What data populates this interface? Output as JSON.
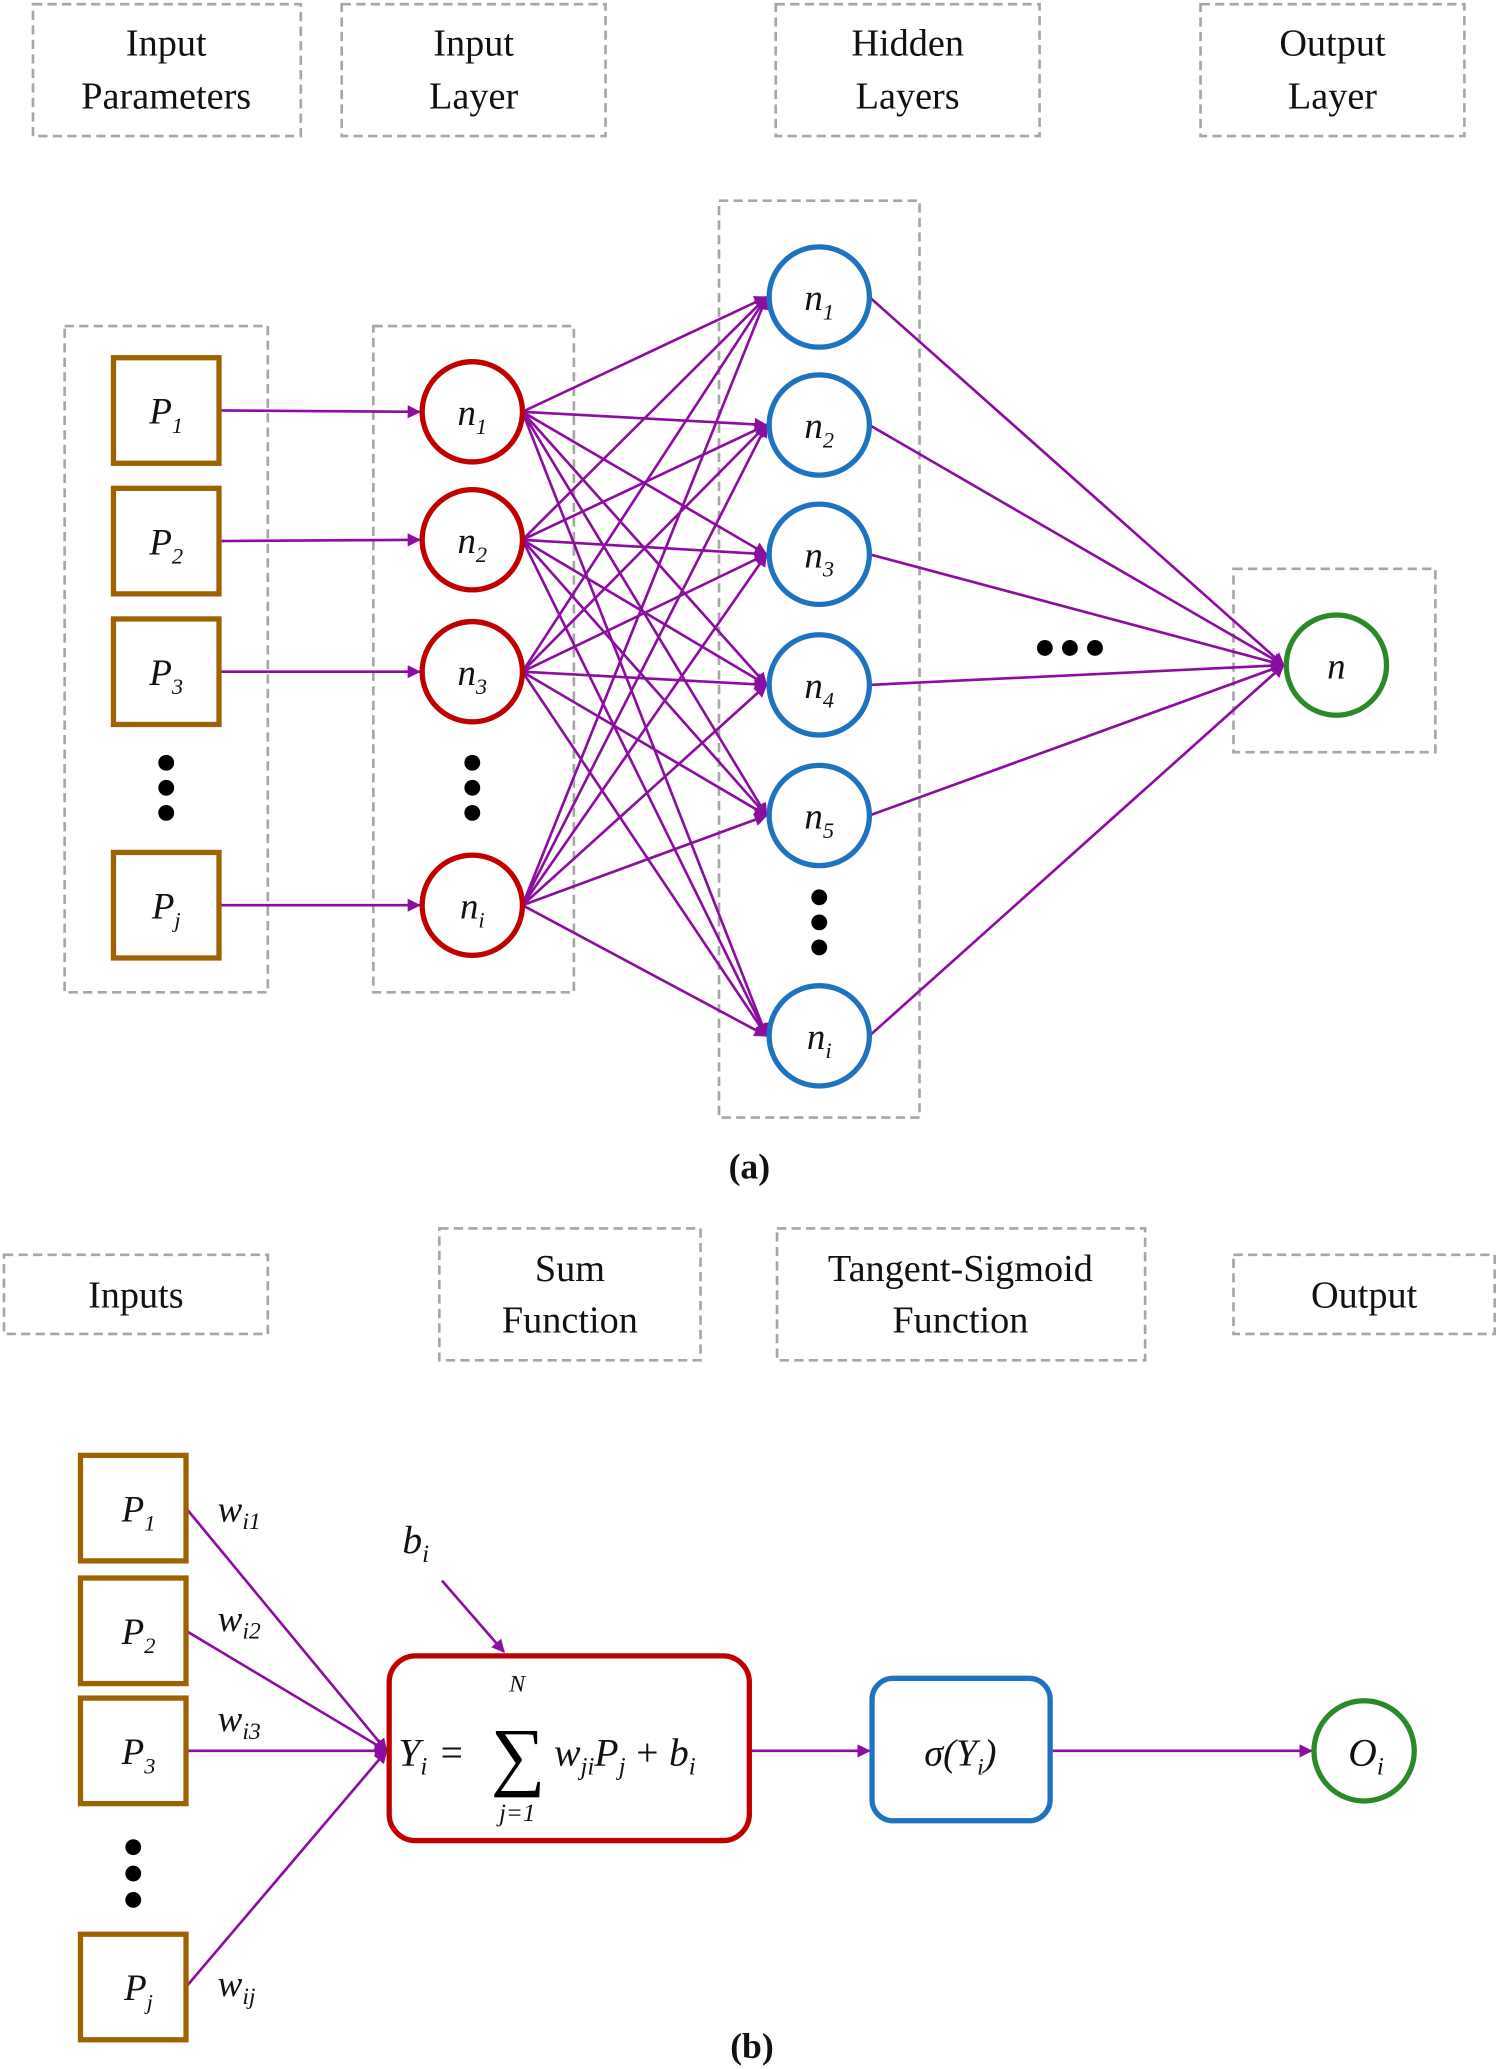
{
  "colors": {
    "input_param": "#9c6300",
    "input_layer": "#c00000",
    "hidden": "#1e73be",
    "output": "#2a8a2a",
    "edge": "#8b0ea0",
    "dashed": "#a6a6a6"
  },
  "panel_a": {
    "headers": [
      {
        "line1": "Input",
        "line2": "Parameters"
      },
      {
        "line1": "Input",
        "line2": "Layer"
      },
      {
        "line1": "Hidden",
        "line2": "Layers"
      },
      {
        "line1": "Output",
        "line2": "Layer"
      }
    ],
    "input_parameters": [
      {
        "base": "P",
        "sub": "1"
      },
      {
        "base": "P",
        "sub": "2"
      },
      {
        "base": "P",
        "sub": "3"
      },
      {
        "base": "P",
        "sub": "j"
      }
    ],
    "input_layer_nodes": [
      {
        "base": "n",
        "sub": "1"
      },
      {
        "base": "n",
        "sub": "2"
      },
      {
        "base": "n",
        "sub": "3"
      },
      {
        "base": "n",
        "sub": "i"
      }
    ],
    "hidden_nodes": [
      {
        "base": "n",
        "sub": "1"
      },
      {
        "base": "n",
        "sub": "2"
      },
      {
        "base": "n",
        "sub": "3"
      },
      {
        "base": "n",
        "sub": "4"
      },
      {
        "base": "n",
        "sub": "5"
      },
      {
        "base": "n",
        "sub": "i"
      }
    ],
    "output_node": {
      "base": "n",
      "sub": ""
    },
    "caption": "(a)"
  },
  "panel_b": {
    "headers": [
      {
        "line1": "Inputs",
        "line2": ""
      },
      {
        "line1": "Sum",
        "line2": "Function"
      },
      {
        "line1": "Tangent-Sigmoid",
        "line2": "Function"
      },
      {
        "line1": "Output",
        "line2": ""
      }
    ],
    "inputs": [
      {
        "base": "P",
        "sub": "1",
        "weight": "w",
        "weight_sub": "i1"
      },
      {
        "base": "P",
        "sub": "2",
        "weight": "w",
        "weight_sub": "i2"
      },
      {
        "base": "P",
        "sub": "3",
        "weight": "w",
        "weight_sub": "i3"
      },
      {
        "base": "P",
        "sub": "j",
        "weight": "w",
        "weight_sub": "ij"
      }
    ],
    "bias": {
      "base": "b",
      "sub": "i"
    },
    "sum_formula": {
      "lhs": "Y",
      "lhs_sub": "i",
      "eq": "=",
      "sigma": "∑",
      "upper": "N",
      "lower": "j=1",
      "term": "w",
      "term_sub": "ji",
      "term2": "P",
      "term2_sub": "j",
      "plus": "+",
      "bias": "b",
      "bias_sub": "i"
    },
    "activation": {
      "text": "σ(Y",
      "sub": "i",
      "close": ")"
    },
    "output": {
      "base": "O",
      "sub": "i"
    },
    "caption": "(b)"
  }
}
